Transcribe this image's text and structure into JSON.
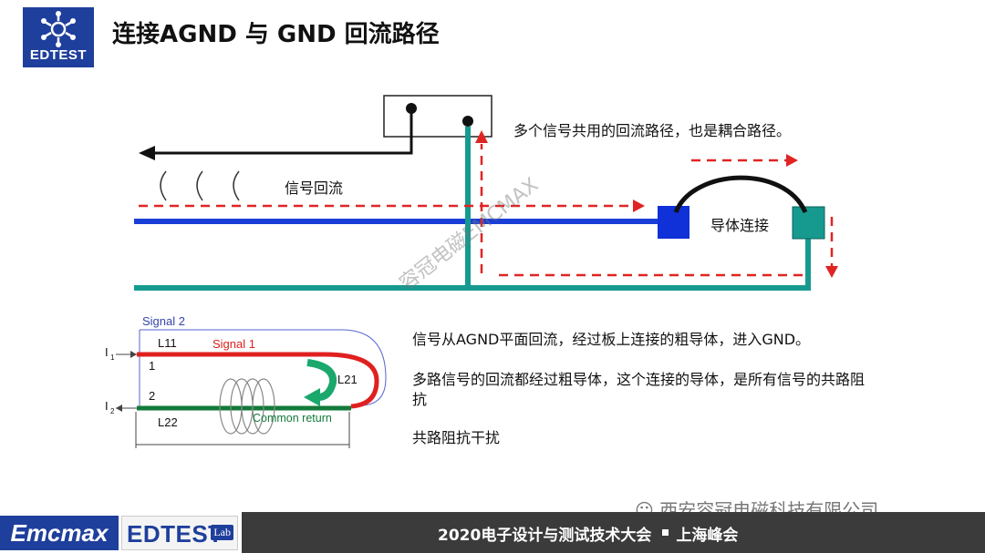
{
  "header": {
    "logo_text": "EDTEST",
    "title": "连接AGND 与 GND 回流路径"
  },
  "diagram_top": {
    "note_shared_path": "多个信号共用的回流路径，也是耦合路径。",
    "label_signal_return": "信号回流",
    "label_conductor": "导体连接",
    "watermark": "容冠电磁EMCMAX",
    "colors": {
      "signal_line": "#1a3fd6",
      "return_line": "#169a8f",
      "dashed_arrow": "#e02424",
      "box_blue": "#1030d8",
      "box_teal": "#169a8f"
    }
  },
  "diagram_bottom": {
    "signal2": "Signal 2",
    "signal1": "Signal 1",
    "l11": "L11",
    "l21": "L21",
    "l22": "L22",
    "num1": "1",
    "num2": "2",
    "i1": "I",
    "i1_sub": "1",
    "i2": "I",
    "i2_sub": "2",
    "common_return": "Common return"
  },
  "notes": {
    "p1": "信号从AGND平面回流，经过板上连接的粗导体，进入GND。",
    "p2": "多路信号的回流都经过粗导体，这个连接的导体，是所有信号的共路阻抗",
    "p3": "共路阻抗干扰"
  },
  "footer": {
    "brand1": "Emcmax",
    "brand2": "EDTEST",
    "brand2_lab": "Lab",
    "wechat": "西安容冠电磁科技有限公司",
    "conference": "2020电子设计与测试技术大会",
    "summit": "上海峰会"
  }
}
